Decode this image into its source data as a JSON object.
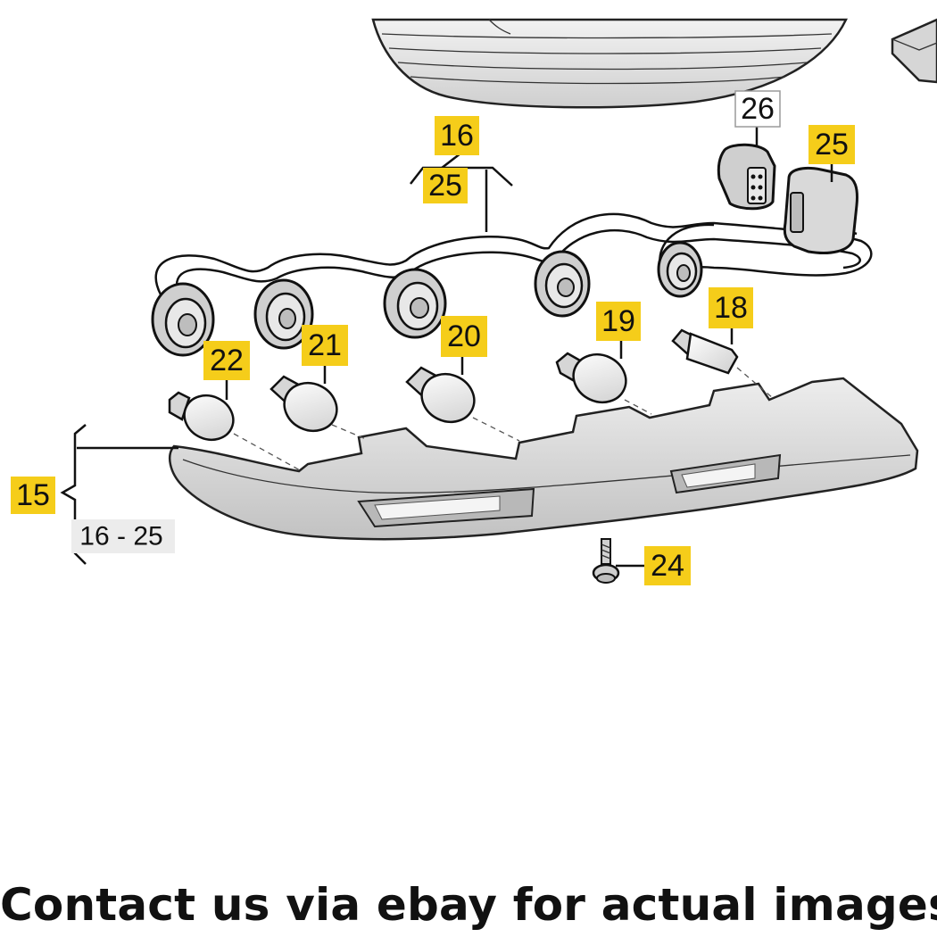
{
  "diagram": {
    "labels": {
      "l15": "15",
      "l16": "16",
      "l16_sub": "25",
      "l18": "18",
      "l19": "19",
      "l20": "20",
      "l21": "21",
      "l22": "22",
      "l24": "24",
      "l25": "25",
      "l26": "26",
      "range": "16 - 25"
    }
  },
  "caption": "Contact us via ebay for actual images",
  "colors": {
    "label_highlight": "#f5cd1a",
    "part_fill": "#e6e6e6",
    "outline": "#111111"
  }
}
